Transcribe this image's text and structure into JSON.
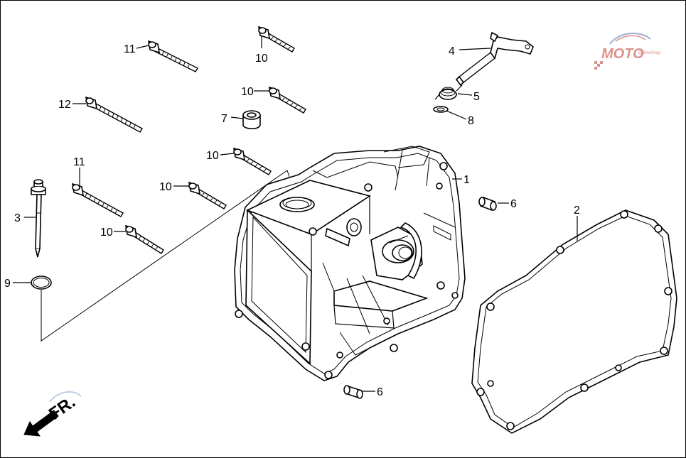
{
  "diagram": {
    "callouts": [
      {
        "id": "c-11a",
        "text": "11"
      },
      {
        "id": "c-10a",
        "text": "10"
      },
      {
        "id": "c-4",
        "text": "4"
      },
      {
        "id": "c-10b",
        "text": "10"
      },
      {
        "id": "c-5",
        "text": "5"
      },
      {
        "id": "c-12",
        "text": "12"
      },
      {
        "id": "c-7",
        "text": "7"
      },
      {
        "id": "c-8",
        "text": "8"
      },
      {
        "id": "c-10c",
        "text": "10"
      },
      {
        "id": "c-11b",
        "text": "11"
      },
      {
        "id": "c-1",
        "text": "1"
      },
      {
        "id": "c-10d",
        "text": "10"
      },
      {
        "id": "c-6a",
        "text": "6"
      },
      {
        "id": "c-3",
        "text": "3"
      },
      {
        "id": "c-2",
        "text": "2"
      },
      {
        "id": "c-10e",
        "text": "10"
      },
      {
        "id": "c-9",
        "text": "9"
      },
      {
        "id": "c-6b",
        "text": "6"
      }
    ],
    "front_marker": "FR.",
    "watermark": "MOTO",
    "colors": {
      "line": "#000000",
      "background": "#ffffff",
      "watermark_red": "#c0392b",
      "watermark_blue": "#4a6fb5"
    }
  }
}
